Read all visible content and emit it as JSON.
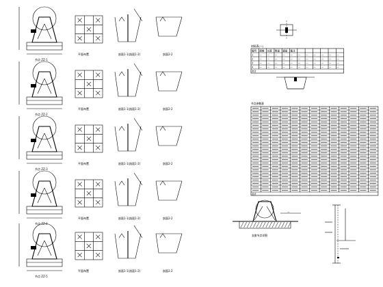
{
  "rows": [
    {
      "elevation_label": "节点 ZZ-1",
      "plan_label": "平面布置",
      "section_a_label": "剖面1-1(剖面1-2)",
      "section_b_label": "剖面2-2"
    },
    {
      "elevation_label": "节点 ZZ-2",
      "plan_label": "平面布置",
      "section_a_label": "剖面1-1(剖面1-2)",
      "section_b_label": "剖面2-2"
    },
    {
      "elevation_label": "节点 ZZ-3",
      "plan_label": "平面布置",
      "section_a_label": "剖面1-1(剖面1-2)",
      "section_b_label": "剖面2-2"
    },
    {
      "elevation_label": "节点 ZZ-4",
      "plan_label": "平面布置",
      "section_a_label": "剖面1-1(剖面1-2)",
      "section_b_label": "剖面2-2"
    },
    {
      "elevation_label": "节点 ZZ-5",
      "plan_label": "平面布置",
      "section_a_label": "剖面1-1(剖面1-2)",
      "section_b_label": "剖面2-2"
    }
  ],
  "table1": {
    "title": "材料表(一)",
    "headers": [
      "编号",
      "规格",
      "长度",
      "数量",
      "重量",
      "备注",
      "",
      "",
      "",
      "",
      "",
      ""
    ],
    "rows": [
      [
        "1",
        "—",
        "—",
        "—",
        "—",
        "—",
        "—",
        "—",
        "—",
        "—",
        "—",
        "—"
      ],
      [
        "2",
        "—",
        "—",
        "—",
        "—",
        "—",
        "—",
        "—",
        "—",
        "—",
        "—",
        "—"
      ],
      [
        "3",
        "—",
        "—",
        "—",
        "—",
        "—",
        "—",
        "—",
        "—",
        "—",
        "—",
        "—"
      ],
      [
        "4",
        "—",
        "—",
        "—",
        "—",
        "—",
        "—",
        "—",
        "—",
        "—",
        "—",
        "—"
      ]
    ],
    "total_label": "合计"
  },
  "table2": {
    "title": "节点参数表",
    "row_count": 24,
    "total_label": "合计"
  },
  "foundation": {
    "label": "支座节点详图"
  }
}
